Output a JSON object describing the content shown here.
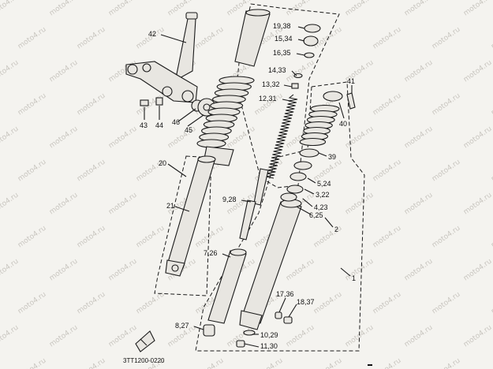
{
  "diagram": {
    "watermark": "moto4.ru",
    "code": "3TT1200-0220",
    "callouts": [
      {
        "id": "42",
        "text": "42"
      },
      {
        "id": "43",
        "text": "43"
      },
      {
        "id": "44",
        "text": "44"
      },
      {
        "id": "45",
        "text": "45"
      },
      {
        "id": "46",
        "text": "46"
      },
      {
        "id": "20",
        "text": "20"
      },
      {
        "id": "21",
        "text": "21"
      },
      {
        "id": "9_28",
        "text": "9,28"
      },
      {
        "id": "7_26",
        "text": "7,26"
      },
      {
        "id": "8_27",
        "text": "8,27"
      },
      {
        "id": "19_38",
        "text": "19,38"
      },
      {
        "id": "15_34",
        "text": "15,34"
      },
      {
        "id": "16_35",
        "text": "16,35"
      },
      {
        "id": "14_33",
        "text": "14,33"
      },
      {
        "id": "13_32",
        "text": "13,32"
      },
      {
        "id": "12_31",
        "text": "12,31"
      },
      {
        "id": "41",
        "text": "41"
      },
      {
        "id": "40",
        "text": "40"
      },
      {
        "id": "39",
        "text": "39"
      },
      {
        "id": "5_24",
        "text": "5,24"
      },
      {
        "id": "3_22",
        "text": "3,22"
      },
      {
        "id": "4_23",
        "text": "4,23"
      },
      {
        "id": "6_25",
        "text": "6,25"
      },
      {
        "id": "2",
        "text": "2"
      },
      {
        "id": "1",
        "text": "1"
      },
      {
        "id": "17_36",
        "text": "17,36"
      },
      {
        "id": "18_37",
        "text": "18,37"
      },
      {
        "id": "10_29",
        "text": "10,29"
      },
      {
        "id": "11_30",
        "text": "11,30"
      }
    ]
  }
}
